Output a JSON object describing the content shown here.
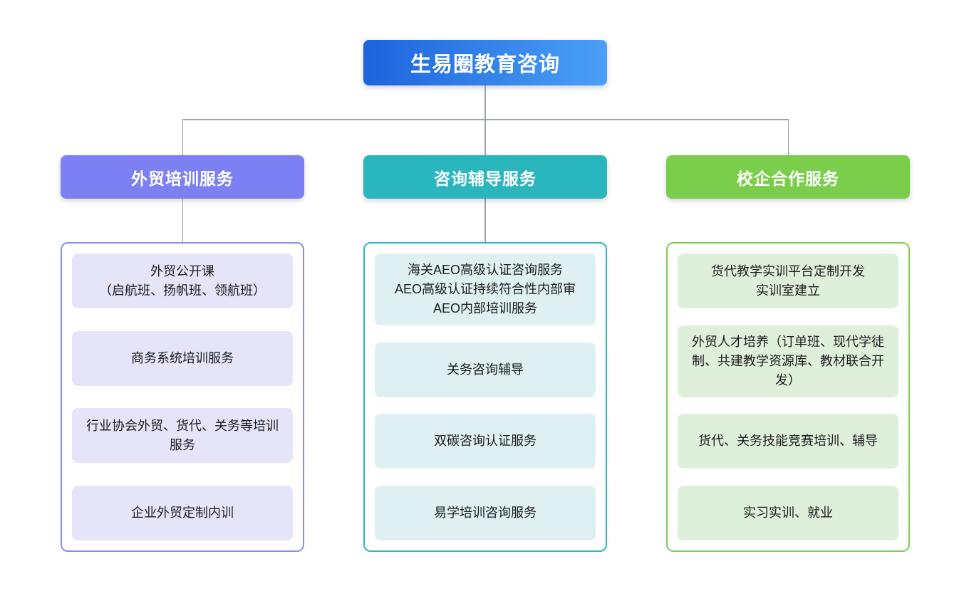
{
  "root": {
    "label": "生易圈教育咨询",
    "gradient_from": "#1d63dc",
    "gradient_to": "#4ba0f7",
    "text_color": "#ffffff"
  },
  "connector_color": "#9aa2ab",
  "branches": [
    {
      "id": "trade-training",
      "label": "外贸培训服务",
      "header_color": "#7c80f3",
      "border_color": "#888cf2",
      "item_bg": "#e6e4f9",
      "items": [
        "外贸公开课\n（启航班、扬帆班、领航班）",
        "商务系统培训服务",
        "行业协会外贸、货代、关务等培训服务",
        "企业外贸定制内训"
      ]
    },
    {
      "id": "consulting-coaching",
      "label": "咨询辅导服务",
      "header_color": "#29b7bd",
      "border_color": "#2bb8be",
      "item_bg": "#def0f2",
      "items": [
        "海关AEO高级认证咨询服务\nAEO高级认证持续符合性内部审\nAEO内部培训服务",
        "关务咨询辅导",
        "双碳咨询认证服务",
        "易学培训咨询服务"
      ]
    },
    {
      "id": "school-enterprise",
      "label": "校企合作服务",
      "header_color": "#7bce4b",
      "border_color": "#7ecd52",
      "item_bg": "#dff0da",
      "items": [
        "货代教学实训平台定制开发\n实训室建立",
        "外贸人才培养（订单班、现代学徒制、共建教学资源库、教材联合开发）",
        "货代、关务技能竞赛培训、辅导",
        "实习实训、就业"
      ]
    }
  ]
}
